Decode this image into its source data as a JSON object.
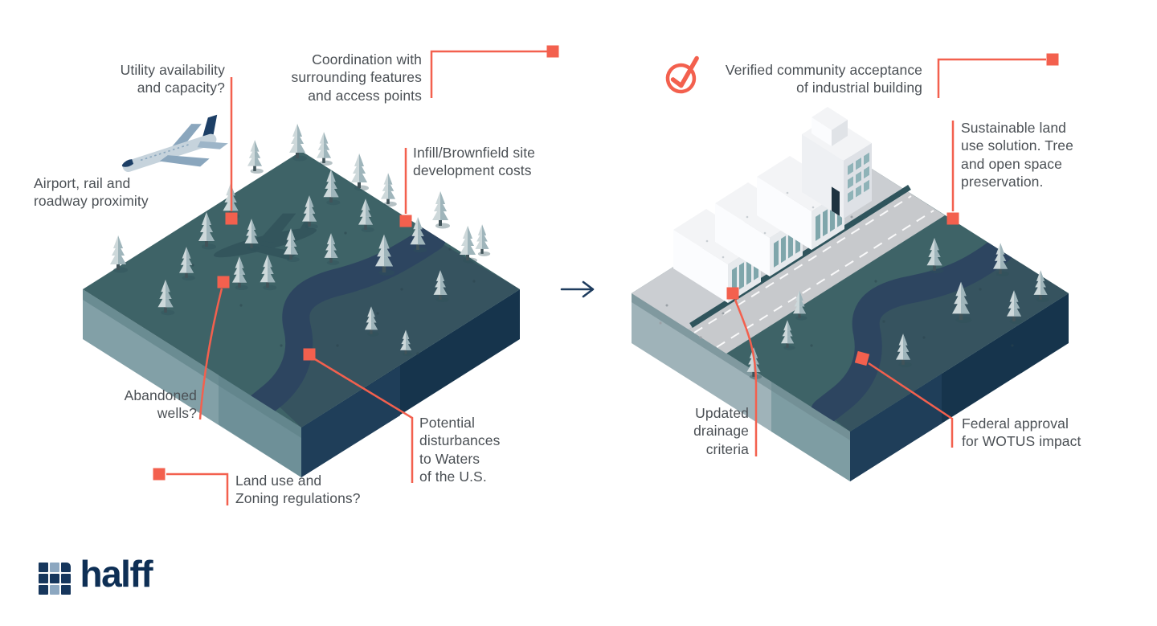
{
  "page": {
    "background": "#FFFFFF"
  },
  "colors": {
    "accent": "#F3604E",
    "text": "#4B5055",
    "arrow_navy": "#1E3C5E",
    "land_top": "#3E6367",
    "land_dark_patch": "#36535F",
    "river": "#2D4560",
    "side_light": "#82A0A7",
    "side_dark": "#16344C",
    "road_gray": "#C7C9CC",
    "building_white": "#FBFCFE",
    "window_teal": "#7FA6AB",
    "logo_navy": "#0E2F55",
    "logo_light_square": "#8CA7C0"
  },
  "icons": {
    "check": "circle-check-icon",
    "plane": "airplane-icon",
    "arrow": "right-arrow-icon",
    "marker": "square-marker-icon",
    "tree": "pine-tree-icon"
  },
  "before": {
    "callouts": {
      "utility": {
        "text": "Utility availability\nand capacity?"
      },
      "coordination": {
        "text": "Coordination with\nsurrounding features\nand access points"
      },
      "airport": {
        "text": "Airport, rail and\nroadway proximity"
      },
      "infill": {
        "text": "Infill/Brownfield site\ndevelopment costs"
      },
      "abandoned": {
        "text": "Abandoned\nwells?"
      },
      "potential": {
        "text": "Potential\ndisturbances\nto Waters\nof the U.S."
      },
      "landuse": {
        "text": "Land use and\nZoning regulations?"
      }
    }
  },
  "after": {
    "callouts": {
      "verified": {
        "text": "Verified community acceptance\nof industrial building"
      },
      "sustainable": {
        "text": "Sustainable land\nuse solution. Tree\nand open space\npreservation."
      },
      "drainage": {
        "text": "Updated\ndrainage\ncriteria"
      },
      "federal": {
        "text": "Federal approval\nfor WOTUS impact"
      }
    }
  },
  "logo": {
    "wordmark": "halff"
  }
}
